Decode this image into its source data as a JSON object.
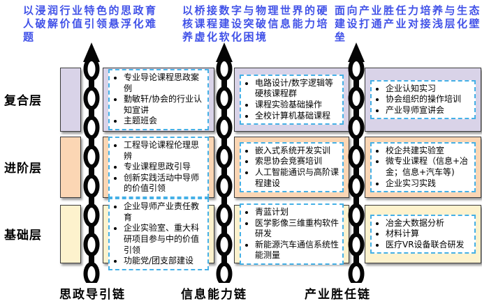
{
  "headers": [
    {
      "text": "以浸润行业特色的思政育人破解价值引领悬浮化难题"
    },
    {
      "text": "以桥接数字与物理世界的硬核课程建设突破信息能力培养虚化软化困境"
    },
    {
      "text": "面向产业胜任力培养与生态建设打通产业对接浅层化壁垒"
    }
  ],
  "layers": [
    {
      "label": "复合层"
    },
    {
      "label": "进阶层"
    },
    {
      "label": "基础层"
    }
  ],
  "chains": [
    {
      "label": "思政导引链"
    },
    {
      "label": "信息能力链"
    },
    {
      "label": "产业胜任链"
    }
  ],
  "matrix": {
    "rows": [
      {
        "layer": "复合层",
        "cells": [
          {
            "items": [
              "专业导论课程思政案例",
              "勤敏轩/协会的行业认知宣讲",
              "主题班会"
            ]
          },
          {
            "items": [
              "电路设计/数字逻辑等硬核课程群",
              "课程实验基础操作",
              "全校计算机基础课程"
            ]
          },
          {
            "items": [
              "企业认知实习",
              "协会组织的操作培训",
              "产业导师宣讲会"
            ]
          }
        ]
      },
      {
        "layer": "进阶层",
        "cells": [
          {
            "items": [
              "工程导论课程伦理思辨",
              "专业课程思政引导",
              "创新实践活动中导师的价值引领"
            ]
          },
          {
            "items": [
              "嵌入式系统开发实训",
              "索思协会竞赛培训",
              "人工智能通识与高阶课程建设"
            ]
          },
          {
            "items": [
              "校企共建实验室",
              "微专业课程（信息+冶金；信息+汽车等)",
              "企业实习实践"
            ]
          }
        ]
      },
      {
        "layer": "基础层",
        "cells": [
          {
            "items": [
              "企业导师产业责任教育",
              "企业实验室、重大科研项目参与中的价值引领",
              "功能党/团支部建设"
            ]
          },
          {
            "items": [
              "青蓝计划",
              "医学影像三维重构软件研发",
              "新能源汽车通信系统性能测量"
            ]
          },
          {
            "items": [
              "冶金大数据分析",
              "材料计算",
              "医疗VR设备联合研发"
            ]
          }
        ]
      }
    ]
  },
  "colors": {
    "header-text": "#4152e8",
    "row-composite": "#d9d3e8",
    "row-advanced": "#fbd6b4",
    "row-basic": "#fdf2cd",
    "dashed-border": "#45b0e6",
    "chain": "#050505"
  }
}
